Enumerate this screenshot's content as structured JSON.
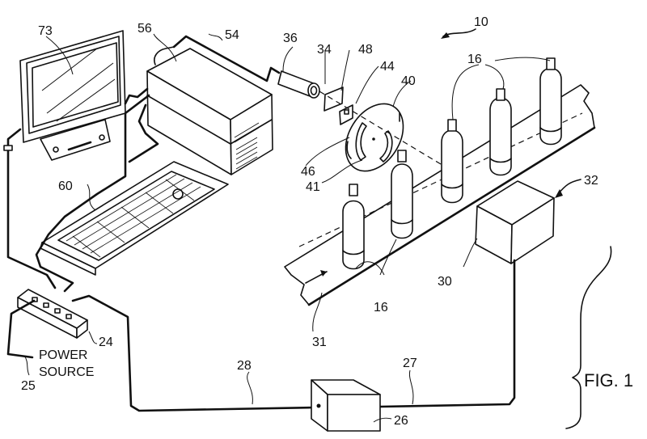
{
  "figure": {
    "title": "FIG. 1",
    "system_ref": "10"
  },
  "labels": {
    "monitor_screen": "73",
    "computer_lid": "56",
    "camera_cable": "54",
    "camera": "36",
    "lens": "34",
    "filter_48": "48",
    "filter_44": "44",
    "filter_wheel": "40",
    "wheel_part_46": "46",
    "wheel_part_41": "41",
    "bottles": "16",
    "keyboard": "60",
    "sensor_unit": "32",
    "sensor_box": "30",
    "conveyor": "31",
    "power_strip": "24",
    "power_cord": "25",
    "power_source_line1": "POWER",
    "power_source_line2": "SOURCE",
    "cable_28": "28",
    "cable_27": "27",
    "junction_box": "26"
  }
}
